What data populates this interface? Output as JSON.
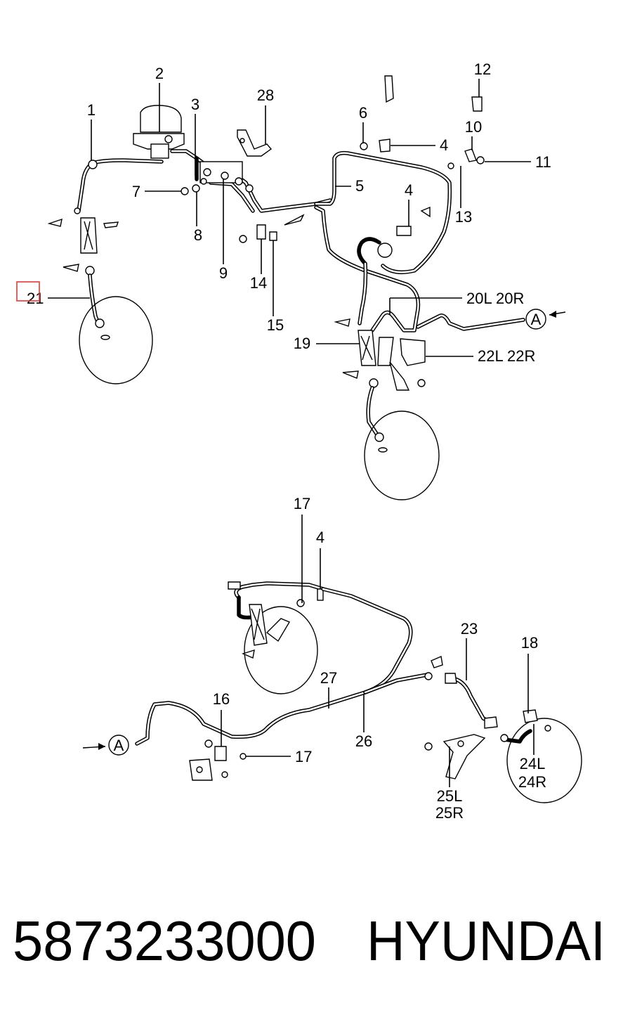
{
  "labels": {
    "l1": "1",
    "l2": "2",
    "l3": "3",
    "l28": "28",
    "l6": "6",
    "l4a": "4",
    "l12": "12",
    "l10": "10",
    "l11": "11",
    "l5": "5",
    "l4b": "4",
    "l7": "7",
    "l8": "8",
    "l9": "9",
    "l13": "13",
    "l14": "14",
    "l15": "15",
    "l21": "21",
    "l20": "20L 20R",
    "l19": "19",
    "l22": "22L 22R",
    "l17a": "17",
    "l4c": "4",
    "l23": "23",
    "l18": "18",
    "l27": "27",
    "l16": "16",
    "l17b": "17",
    "l26": "26",
    "l24a": "24L",
    "l24b": "24R",
    "l25a": "25L",
    "l25b": "25R"
  },
  "connector_marks": {
    "a_top": "A",
    "a_bottom": "A"
  },
  "caption": {
    "part_number": "5873233000",
    "brand": "HYUNDAI"
  },
  "highlight": {
    "color": "#e53935",
    "target_label": "21"
  }
}
